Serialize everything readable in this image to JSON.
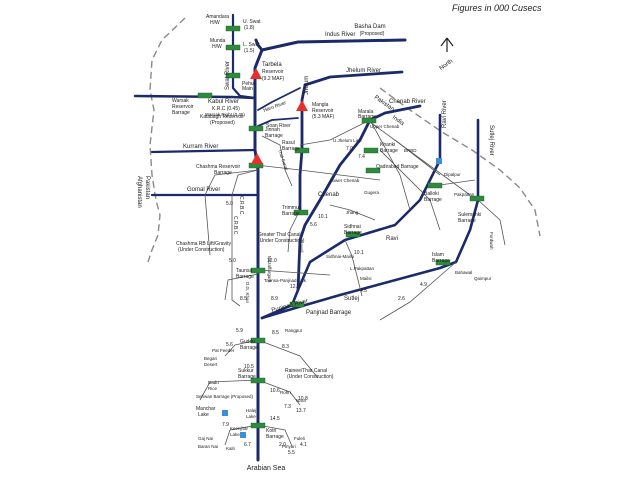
{
  "caption": "Figures in 000 Cusecs",
  "north_label": "North",
  "rivers": {
    "indus": "Indus River",
    "jhelum": "Jhelum River",
    "kabul": "Kabul River",
    "chenab": "Chenab River",
    "ravi": "Ravi River",
    "kurram": "Kurram River",
    "gomal": "Gomal River",
    "swat": "Swat River",
    "haro": "Haro River",
    "soan": "Soan River",
    "kunhar": "Kunhar River",
    "panjkora": "Panjkora River",
    "sutlej_river": "Sutlej River",
    "chenab_mid": "Chenab",
    "jhelum_mid": "Jhelum",
    "ravi_mid": "Ravi",
    "sutlej_mid": "Sutlej",
    "punjnad_river": "Punjnad River",
    "indus_vertical": "Indus River",
    "arabian_sea": "Arabian Sea"
  },
  "structures": {
    "basha": "Basha Dam",
    "basha_sub": "(Proposed)",
    "tarbela": "Tarbela",
    "tarbela_sub1": "Reservoir",
    "tarbela_sub2": "(9.2 MAF)",
    "mangla": "Mangla",
    "mangla_sub1": "Reservoir",
    "mangla_sub2": "(5.3 MAF)",
    "kalabagh": "Kalabagh Reservoir",
    "kalabagh_sub": "(Proposed)",
    "jinnah": "Jinnah",
    "jinnah_sub": "Barrage",
    "chashma": "Chashma Reservoir",
    "chashma_sub": "Barrage",
    "taunsa": "Taunsa",
    "taunsa_sub": "Barrage",
    "guddu": "Guddu",
    "guddu_sub": "Barrage",
    "sukkur": "Sukkur",
    "sukkur_sub": "Barrage",
    "kotri": "Kotri",
    "kotri_sub": "Barrage",
    "panjnad": "Panjnad Barrage",
    "rasul": "Rasul",
    "rasul_sub": "Barrage",
    "marala": "Marala",
    "marala_sub": "Barrage",
    "khanki": "Khanki",
    "khanki_sub": "Barrage",
    "qadirabad": "Qadirabad Barrage",
    "trimmu": "Trimmu",
    "trimmu_sub": "Barrage",
    "sidhnai": "Sidhnai",
    "sidhnai_sub": "Barrage",
    "balloki": "Balloki",
    "balloki_sub": "Barrage",
    "sulemanki": "Sulemanki",
    "sulemanki_sub": "Barrage",
    "islam": "Islam",
    "islam_sub": "Barrage",
    "warsak": "Warsak",
    "warsak_sub1": "Reservoir",
    "warsak_sub2": "Barrage",
    "amandara": "Amandara",
    "amandara_sub": "H/W",
    "munda": "Munda",
    "munda_sub": "H/W",
    "u_swat": "U. Swat",
    "u_swat_val": "(1.8)",
    "l_swat": "L. Swat",
    "l_swat_val": "(1.5)",
    "pehur": "Pehur",
    "pehur_sub": "Main"
  },
  "canals": {
    "crbc": "C.R.B.C.",
    "crbc2": "C.R.B.C.",
    "greater_thal": "Greater Thal Canal",
    "greater_thal_sub": "(Under Construction)",
    "chashma_rb": "Chashma RB Lift/Gravity",
    "chashma_rb_sub": "(Under Construction)",
    "rainee": "Rainee/Thar Canal",
    "rainee_sub": "(Under Construction)",
    "krc": "K.R.C (0.45)",
    "warsak_right": "Warsak Right (0.45)",
    "thal": "Thal Canal",
    "upper_jhelum": "U.Jhelum Link",
    "upper_chenab": "Upper Chenab",
    "taunsa_panjnad": "Taunsa-Panjnad Link",
    "l_pakpattan": "L.Pakpattan",
    "mailsi": "Mailsi",
    "sidhnai_mailsi": "Sidhnai-Mailsi",
    "muzaffargarh": "Muzaffargarh",
    "dg_khan": "D.G. Khan",
    "pat_feeder": "Pat Feeder",
    "begari": "Begari",
    "desert": "Desert",
    "rohri": "Rohri",
    "nara": "Nara",
    "dadu": "Dadu",
    "rice": "Rice",
    "kalri": "Kalri",
    "pinyari": "Pinyari",
    "fuleli": "Fuleli",
    "manchar": "Manchar",
    "manchar_sub": "Lake",
    "keenjhar": "Keenjhar",
    "keenjhar_sub": "Lake",
    "haleji": "Haleji",
    "haleji_sub": "Lake",
    "sehwan": "Sehwan Barrage (Proposed)",
    "baran_nai": "Baran Nai",
    "gaj_nai": "Gaj Nai",
    "rangpur": "Rangpur",
    "bahawal": "Bahawal",
    "fordwah": "Fordwah",
    "qaimpur": "Qaimpur",
    "pakpattan": "Pakpattan",
    "dipalpur": "Dipalpur",
    "bambanwala": "BRBD",
    "jhang": "Jhang",
    "gugera": "Gugera",
    "lower_chenab": "Lower Chenab",
    "haveli": "Haveli"
  },
  "values": {
    "v_crbc": "5.0",
    "v_taunsa_l": "5.0",
    "v_taunsa_r": "12.0",
    "v_tp_link": "12.0",
    "v_muz": "8.9",
    "v_dgk": "8.5",
    "v_guddu1": "5.9",
    "v_guddu2": "8.5",
    "v_guddu3": "5.6",
    "v_guddu4": "8.3",
    "v_sukkur1": "10.5",
    "v_sukkur2": "10.6",
    "v_sukkur3": "7.3",
    "v_sukkur4": "13.7",
    "v_sukkur5": "10.8",
    "v_kotri1": "7.9",
    "v_kotri2": "6.7",
    "v_kotri3": "14.5",
    "v_kotri4": "2.0",
    "v_kotri5": "5.5",
    "v_kotri6": "4.1",
    "v_islam1": "4.9",
    "v_islam2": "2.6",
    "v_sidhnai1": "10.1",
    "v_sidhnai2": "4.5",
    "v_jhelum1": "7.0",
    "v_jhelum2": "7.4",
    "v_trimmu1": "5.6",
    "v_trimmu2": "10.1"
  },
  "country": {
    "afghanistan": "Afghanistan",
    "pakistan_w": "Pakistan",
    "pakistan_e": "Pakistan",
    "india": "India"
  },
  "colors": {
    "river": "#1b2a6b",
    "barrage": "#2e8b3d",
    "reservoir": "#e8302a",
    "border": "#8a8a8a",
    "canal": "#555555"
  }
}
